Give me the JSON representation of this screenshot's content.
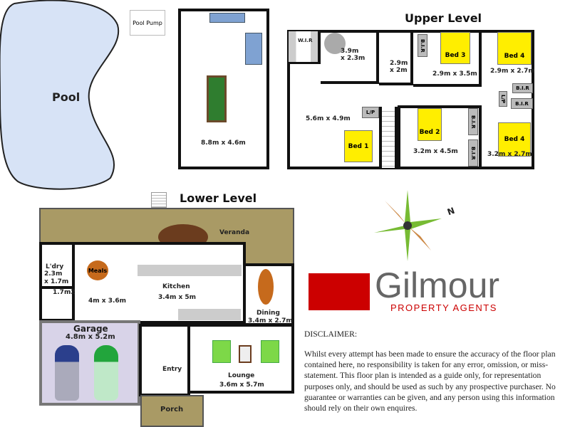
{
  "pool": {
    "label": "Pool",
    "pump_label": "Pool Pump"
  },
  "games_room": {
    "size": "8.8m x 4.6m"
  },
  "upper": {
    "title": "Upper Level",
    "wir": "W.I.R",
    "bath": "3.9m\nx 2.3m",
    "bath2": "2.9m\nx 2m",
    "bed3": "Bed 3",
    "bed3_size": "2.9m x 3.5m",
    "bed4a": "Bed 4",
    "bed4a_size": "2.9m x 2.7m",
    "bed1": "Bed 1",
    "bed1_size": "5.6m x 4.9m",
    "bed2": "Bed 2",
    "bed2_size": "3.2m x 4.5m",
    "bed4b": "Bed 4",
    "bed4b_size": "3.2m x 2.7m",
    "bir": "B.I.R",
    "lp": "L/P"
  },
  "lower": {
    "title": "Lower Level",
    "veranda": "Veranda",
    "laundry": "L'dry",
    "laundry_size": "2.3m\nx 1.7m",
    "wc_size": "1.7m2",
    "meals": "Meals",
    "meals_size": "4m x 3.6m",
    "kitchen": "Kitchen",
    "kitchen_size": "3.4m x 5m",
    "dining": "Dining",
    "dining_size": "3.4m x 2.7m",
    "garage": "Garage",
    "garage_size": "4.8m x 5.2m",
    "entry": "Entry",
    "lounge": "Lounge",
    "lounge_size": "3.6m x 5.7m",
    "porch": "Porch"
  },
  "compass": {
    "label": "N"
  },
  "logo": {
    "name": "Gilmour",
    "tagline": "PROPERTY AGENTS",
    "red": "#cc0000",
    "gray": "#666666"
  },
  "disclaimer": {
    "heading": "DISCLAIMER:",
    "lines": [
      "Whilst every attempt has been made to ensure the accuracy of the floor plan",
      "contained here, no responsibility is taken for any error, omission, or miss-",
      "statement. This floor plan is intended as a guide only, for representation",
      "purposes only, and should be used as such by any prospective purchaser. No",
      "guarantee or warranties can be given, and any person using this information",
      "should rely on their own enquires."
    ]
  }
}
